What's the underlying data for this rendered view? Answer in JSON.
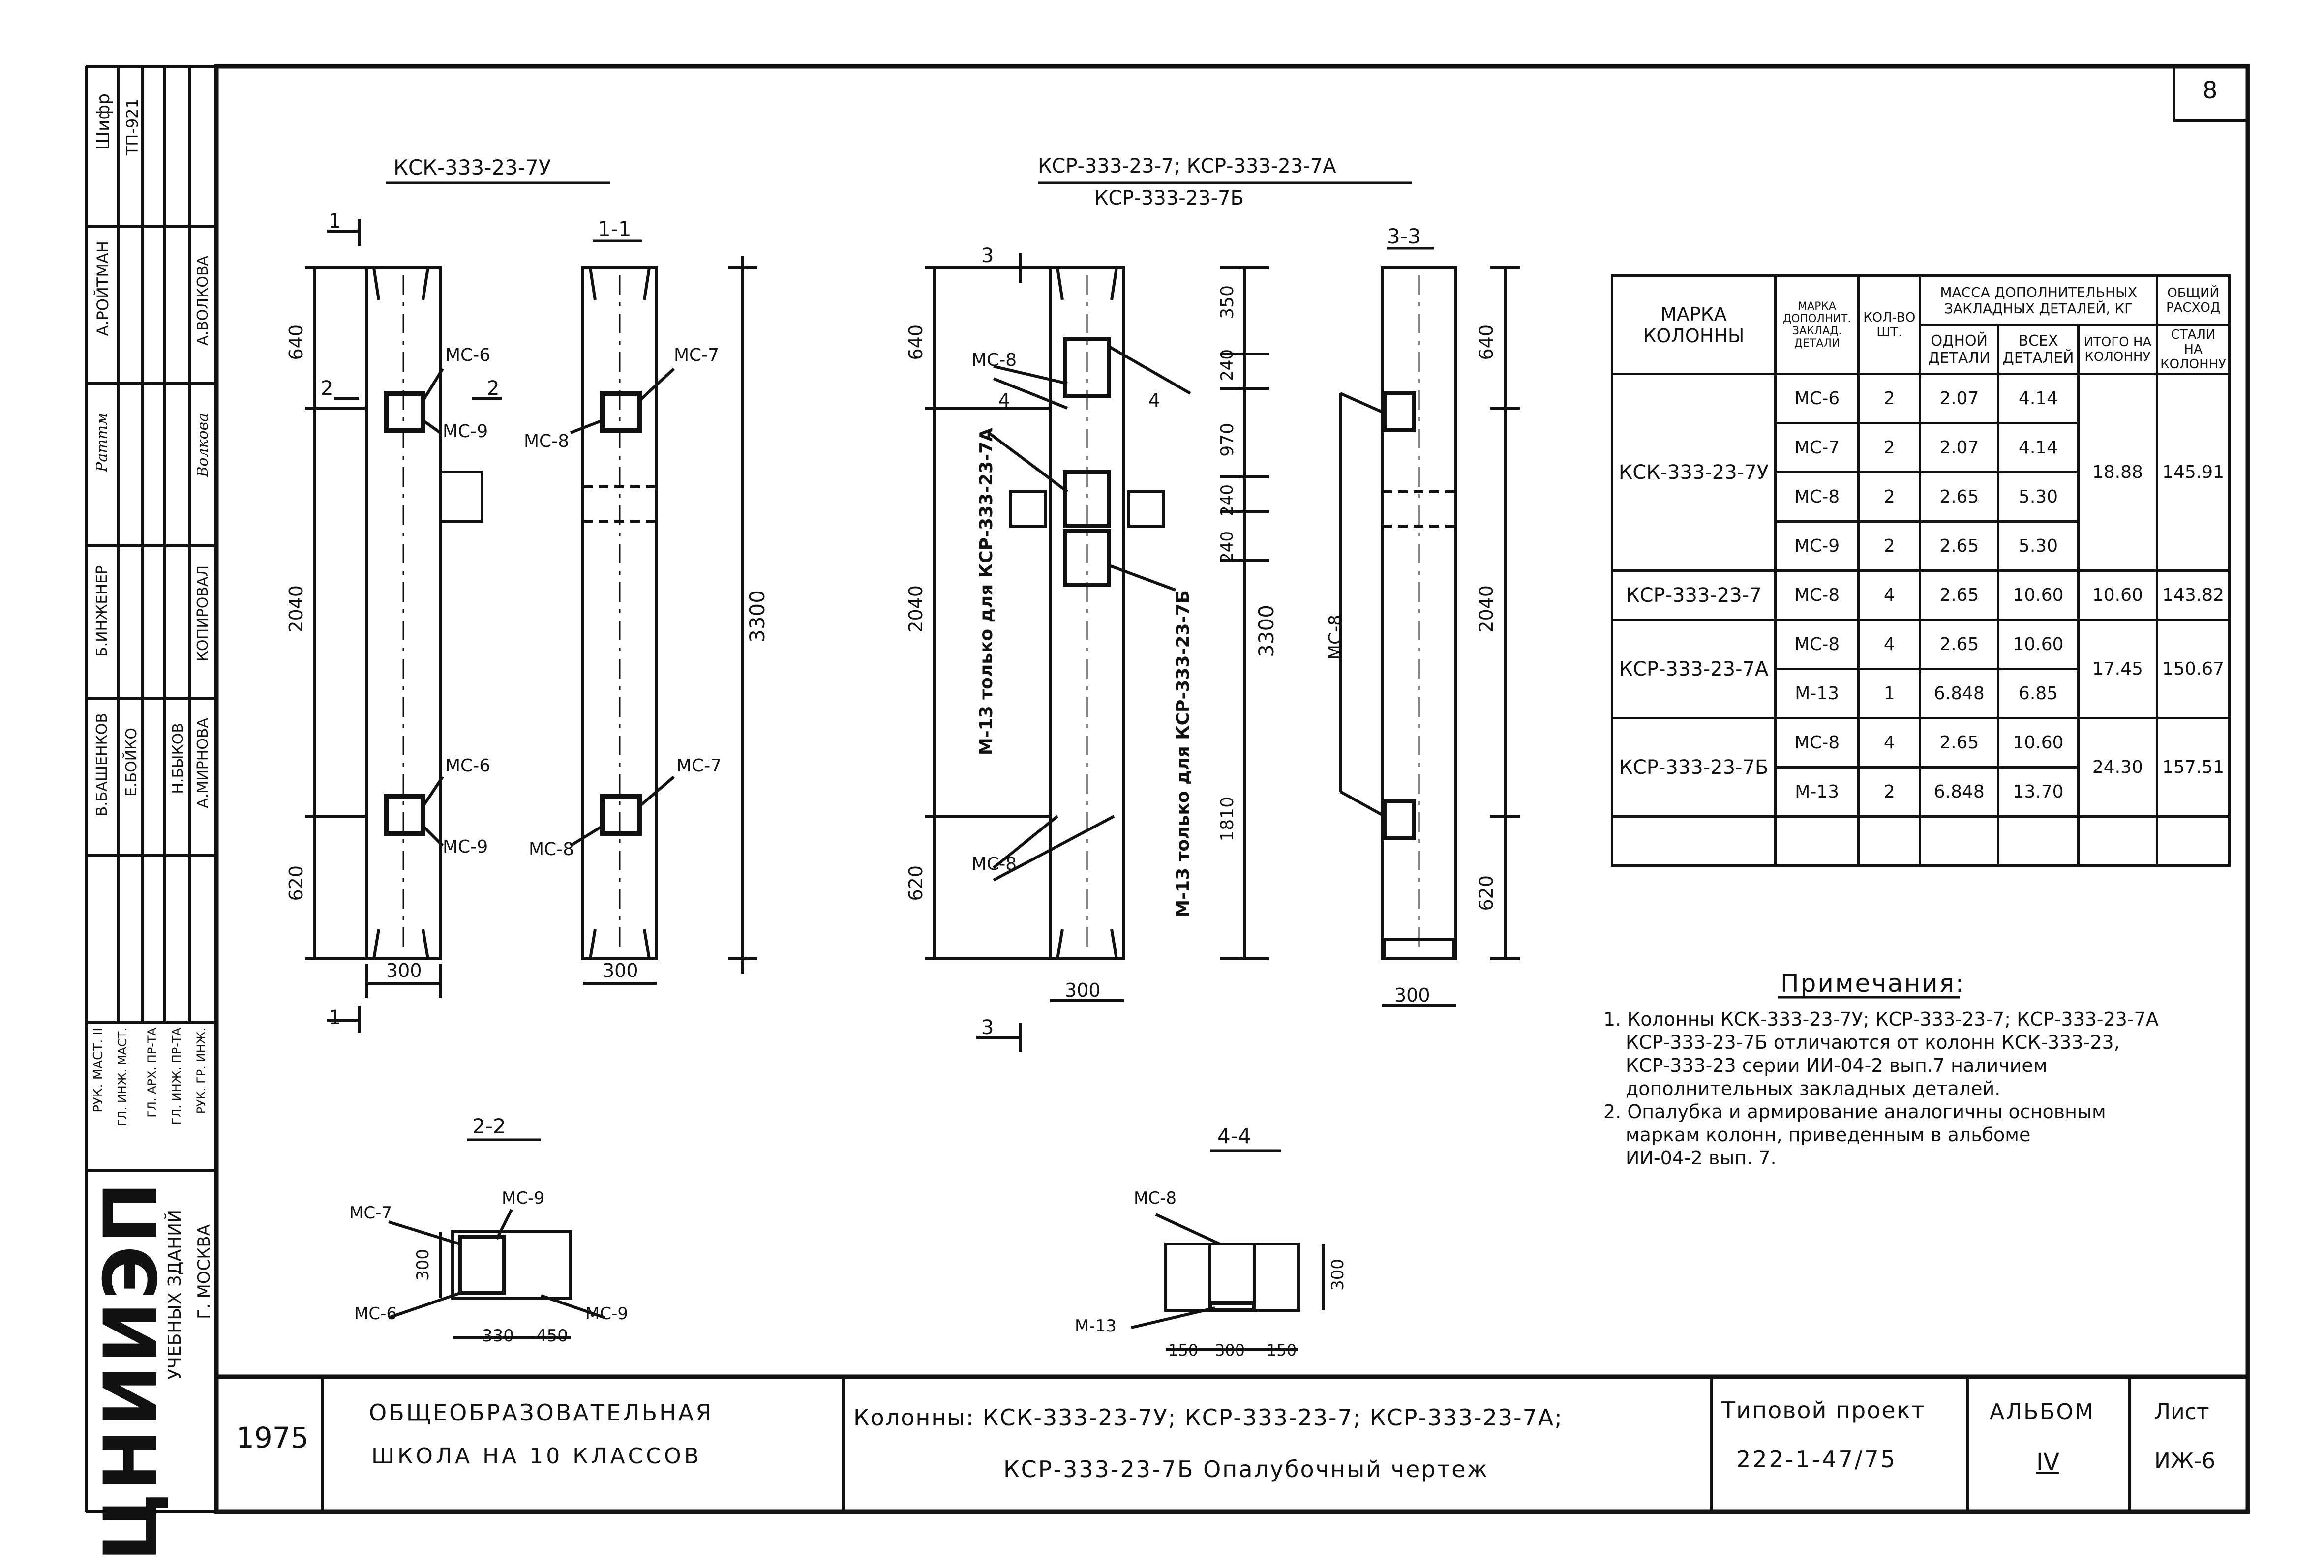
{
  "sheet_number": "8",
  "left_strip": {
    "cells": [
      "Шифр",
      "ТП-921",
      "А.РОЙТМАН",
      "А.ВОЛКОВА",
      "Раттм",
      "Волкова",
      "Б.ИНЖЕНЕР",
      "КОПИРОВАЛ",
      "В.БАШЕНКОВ",
      "Е.БОЙКО",
      "Н.БЫКОВ",
      "А.МИРНОВА"
    ],
    "roles": [
      "РУК. МАСТ. II",
      "ГЛ. ИНЖ. МАСТ.",
      "ГЛ. АРХ. ПР-ТА",
      "ГЛ. ИНЖ. ПР-ТА",
      "РУК. ГР. ИНЖ."
    ],
    "org": "ЦНИИЭП",
    "org_sub1": "УЧЕБНЫХ ЗДАНИЙ",
    "org_sub2": "Г. МОСКВА"
  },
  "views": {
    "view1_title": "КСК-333-23-7У",
    "view2_title": "КСР-333-23-7; КСР-333-23-7А",
    "view2_subtitle": "КСР-333-23-7Б",
    "sec_1": "1-1",
    "sec_3": "3-3",
    "sec_2": "2-2",
    "sec_4": "4-4",
    "cut1": "1",
    "cut2": "2",
    "cut3": "3",
    "cut4": "4",
    "d640": "640",
    "d2040": "2040",
    "d620": "620",
    "d3300": "3300",
    "d300": "300",
    "d350": "350",
    "d240": "240",
    "d970": "970",
    "d1810": "1810",
    "d330": "330",
    "d450": "450",
    "d150": "150",
    "mc6": "МС-6",
    "mc7": "МС-7",
    "mc8": "МС-8",
    "mc9": "МС-9",
    "m13": "М-13",
    "note_7a": "М-13 только для КСР-333-23-7А",
    "note_7b": "М-13 только для КСР-333-23-7Б"
  },
  "table": {
    "headers": {
      "mark": "МАРКА КОЛОННЫ",
      "detail_mark": "МАРКА ДОПОЛНИТ. ЗАКЛАД. ДЕТАЛИ",
      "qty": "КОЛ-ВО ШТ.",
      "mass_group": "МАССА ДОПОЛНИТЕЛЬНЫХ ЗАКЛАДНЫХ ДЕТАЛЕЙ, КГ",
      "one": "ОДНОЙ ДЕТАЛИ",
      "all": "ВСЕХ ДЕТАЛЕЙ",
      "total": "ИТОГО НА КОЛОННУ",
      "steel_group": "ОБЩИЙ РАСХОД",
      "steel": "СТАЛИ НА КОЛОННУ"
    },
    "groups": [
      {
        "mark": "КСК-333-23-7У",
        "total": "18.88",
        "steel": "145.91",
        "rows": [
          [
            "МС-6",
            "2",
            "2.07",
            "4.14"
          ],
          [
            "МС-7",
            "2",
            "2.07",
            "4.14"
          ],
          [
            "МС-8",
            "2",
            "2.65",
            "5.30"
          ],
          [
            "МС-9",
            "2",
            "2.65",
            "5.30"
          ]
        ]
      },
      {
        "mark": "КСР-333-23-7",
        "total": "10.60",
        "steel": "143.82",
        "rows": [
          [
            "МС-8",
            "4",
            "2.65",
            "10.60"
          ]
        ]
      },
      {
        "mark": "КСР-333-23-7А",
        "total": "17.45",
        "steel": "150.67",
        "rows": [
          [
            "МС-8",
            "4",
            "2.65",
            "10.60"
          ],
          [
            "М-13",
            "1",
            "6.848",
            "6.85"
          ]
        ]
      },
      {
        "mark": "КСР-333-23-7Б",
        "total": "24.30",
        "steel": "157.51",
        "rows": [
          [
            "МС-8",
            "4",
            "2.65",
            "10.60"
          ],
          [
            "М-13",
            "2",
            "6.848",
            "13.70"
          ]
        ]
      }
    ]
  },
  "notes": {
    "title": "Примечания:",
    "lines": [
      "1. Колонны КСК-333-23-7У; КСР-333-23-7; КСР-333-23-7А",
      "КСР-333-23-7Б отличаются от колонн КСК-333-23,",
      "КСР-333-23 серии ИИ-04-2 вып.7 наличием",
      "дополнительных закладных деталей.",
      "2. Опалубка и армирование аналогичны основным",
      "маркам колонн, приведенным в альбоме",
      "ИИ-04-2 вып. 7."
    ]
  },
  "title_block": {
    "year": "1975",
    "project_line1": "ОБЩЕОБРАЗОВАТЕЛЬНАЯ",
    "project_line2": "ШКОЛА НА 10 КЛАССОВ",
    "drawing_line1": "Колонны: КСК-333-23-7У; КСР-333-23-7; КСР-333-23-7А;",
    "drawing_line2": "КСР-333-23-7Б Опалубочный чертеж",
    "typ_label": "Типовой проект",
    "typ_value": "222-1-47/75",
    "album_label": "АЛЬБОМ",
    "album_value": "IV",
    "sheet_label": "Лист",
    "sheet_value": "ИЖ-6"
  }
}
